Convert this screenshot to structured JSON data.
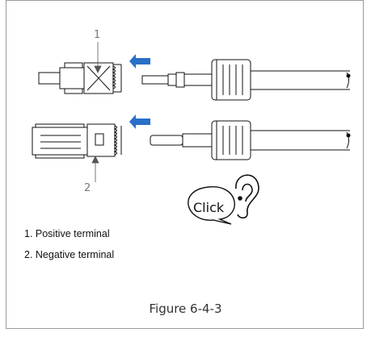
{
  "figure": {
    "caption": "Figure 6-4-3",
    "callouts": {
      "one": "1",
      "two": "2"
    },
    "click_text": "Click",
    "legend": [
      {
        "text": "1. Positive terminal"
      },
      {
        "text": "2. Negative terminal"
      }
    ],
    "colors": {
      "arrow": "#2a6fc9",
      "line": "#111111",
      "frame": "#9a9a9a"
    },
    "icons": [
      "arrow-left-icon",
      "ear-icon",
      "speech-bubble-icon"
    ]
  }
}
